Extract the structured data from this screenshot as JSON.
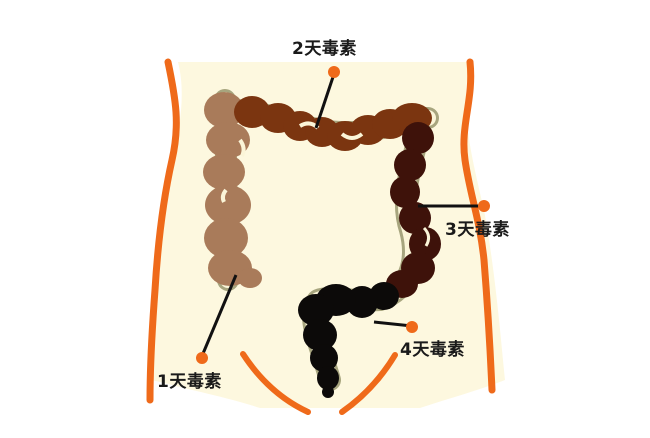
{
  "diagram": {
    "title": "",
    "subject": "colon-toxin-accumulation",
    "colors": {
      "background": "#ffffff",
      "body_fill": "#fdf8df",
      "body_outline": "#ef6a1a",
      "colon_halo": "#a7a57e",
      "colon_halo_inner": "#fbf5d8",
      "ascending_colon": "#a97b5a",
      "transverse_colon": "#7b3510",
      "descending_colon": "#3e120a",
      "sigmoid_colon": "#0c0a09",
      "leader_line": "#111111",
      "marker_dot": "#ef6a1a",
      "label_text": "#1a1a1a"
    },
    "labels": [
      {
        "id": "day1",
        "text": "1天毒素",
        "segment": "ascending colon"
      },
      {
        "id": "day2",
        "text": "2天毒素",
        "segment": "transverse colon"
      },
      {
        "id": "day3",
        "text": "3天毒素",
        "segment": "descending colon"
      },
      {
        "id": "day4",
        "text": "4天毒素",
        "segment": "sigmoid colon"
      }
    ]
  }
}
